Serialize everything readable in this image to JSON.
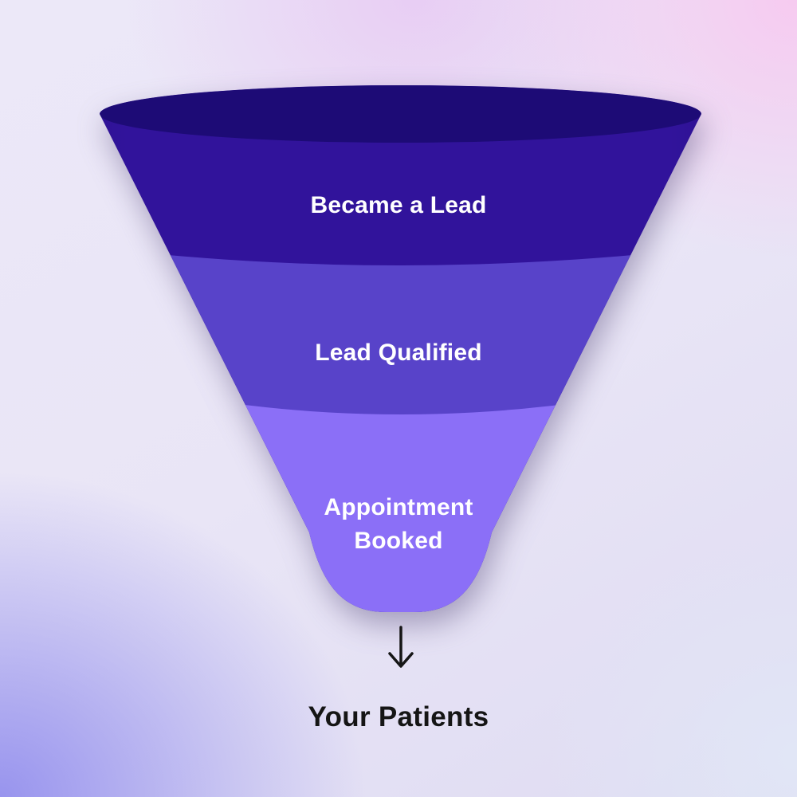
{
  "diagram": {
    "type": "funnel",
    "orientation": "top-to-bottom",
    "stages": [
      {
        "label": "Became a Lead",
        "color": "#31139B"
      },
      {
        "label": "Lead Qualified",
        "color": "#5843C9"
      },
      {
        "label": "Appointment Booked",
        "color": "#8B6FF7"
      }
    ],
    "rim_color": "#1D0B76",
    "stage_label_color": "#FFFFFF"
  },
  "arrow": {
    "icon": "down-arrow",
    "color": "#161616"
  },
  "result": {
    "label": "Your Patients",
    "color": "#151515"
  },
  "background": {
    "base": "#E9E5F6",
    "top_right": "#F7C9F0",
    "top_center": "#E8C9F3",
    "bottom_left": "#9894EE",
    "bottom_right": "#E1E6F6"
  }
}
